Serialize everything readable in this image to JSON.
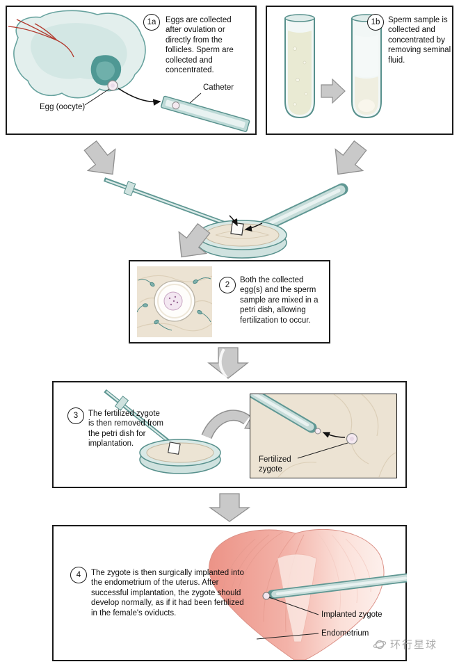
{
  "steps": {
    "s1a": {
      "num": "1a",
      "text": "Eggs are collected after ovulation or directly from the follicles. Sperm are collected and concentrated."
    },
    "s1b": {
      "num": "1b",
      "text": "Sperm sample is collected and concentrated by removing seminal fluid."
    },
    "s2": {
      "num": "2",
      "text": "Both the collected egg(s) and the sperm sample are mixed in a petri dish, allowing fertilization to occur."
    },
    "s3": {
      "num": "3",
      "text": "The fertilized zygote is then removed from the petri dish for implantation."
    },
    "s4": {
      "num": "4",
      "text": "The zygote is then surgically implanted into the endometrium of the uterus. After successful implantation, the zygote should develop normally, as if it had been fertilized in the female's oviducts."
    }
  },
  "labels": {
    "egg_oocyte": "Egg (oocyte)",
    "catheter": "Catheter",
    "fertilized_zygote": "Fertilized zygote",
    "implanted_zygote": "Implanted zygote",
    "endometrium": "Endometrium"
  },
  "watermark": {
    "text": "环行星球"
  },
  "colors": {
    "teal_dark": "#57908c",
    "teal_mid": "#a9cdc9",
    "teal_light": "#ddeceb",
    "dish_beige": "#ece3d3",
    "uterus_pink": "#ee9a8f",
    "arrow_gray": "#c9c9c9",
    "outline": "#1a1a1a",
    "vessel_red": "#b23a2e"
  }
}
